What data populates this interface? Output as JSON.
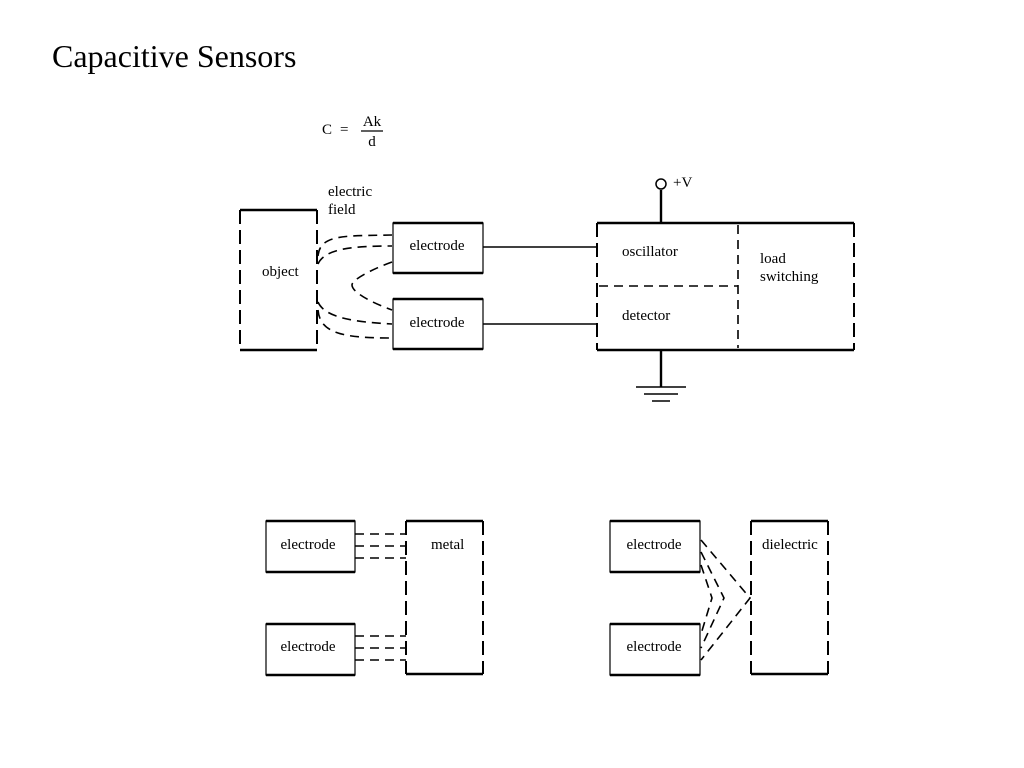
{
  "title": "Capacitive Sensors",
  "formula": {
    "lhs": "C",
    "equals": "=",
    "numerator": "Ak",
    "denominator": "d"
  },
  "top_diagram": {
    "field_label_line1": "electric",
    "field_label_line2": "field",
    "object_label": "object",
    "electrode_top": "electrode",
    "electrode_bottom": "electrode",
    "oscillator": "oscillator",
    "detector": "detector",
    "load_line1": "load",
    "load_line2": "switching",
    "supply": "+V"
  },
  "metal_diagram": {
    "electrode_top": "electrode",
    "electrode_bottom": "electrode",
    "target": "metal"
  },
  "dielectric_diagram": {
    "electrode_top": "electrode",
    "electrode_bottom": "electrode",
    "target": "dielectric"
  }
}
